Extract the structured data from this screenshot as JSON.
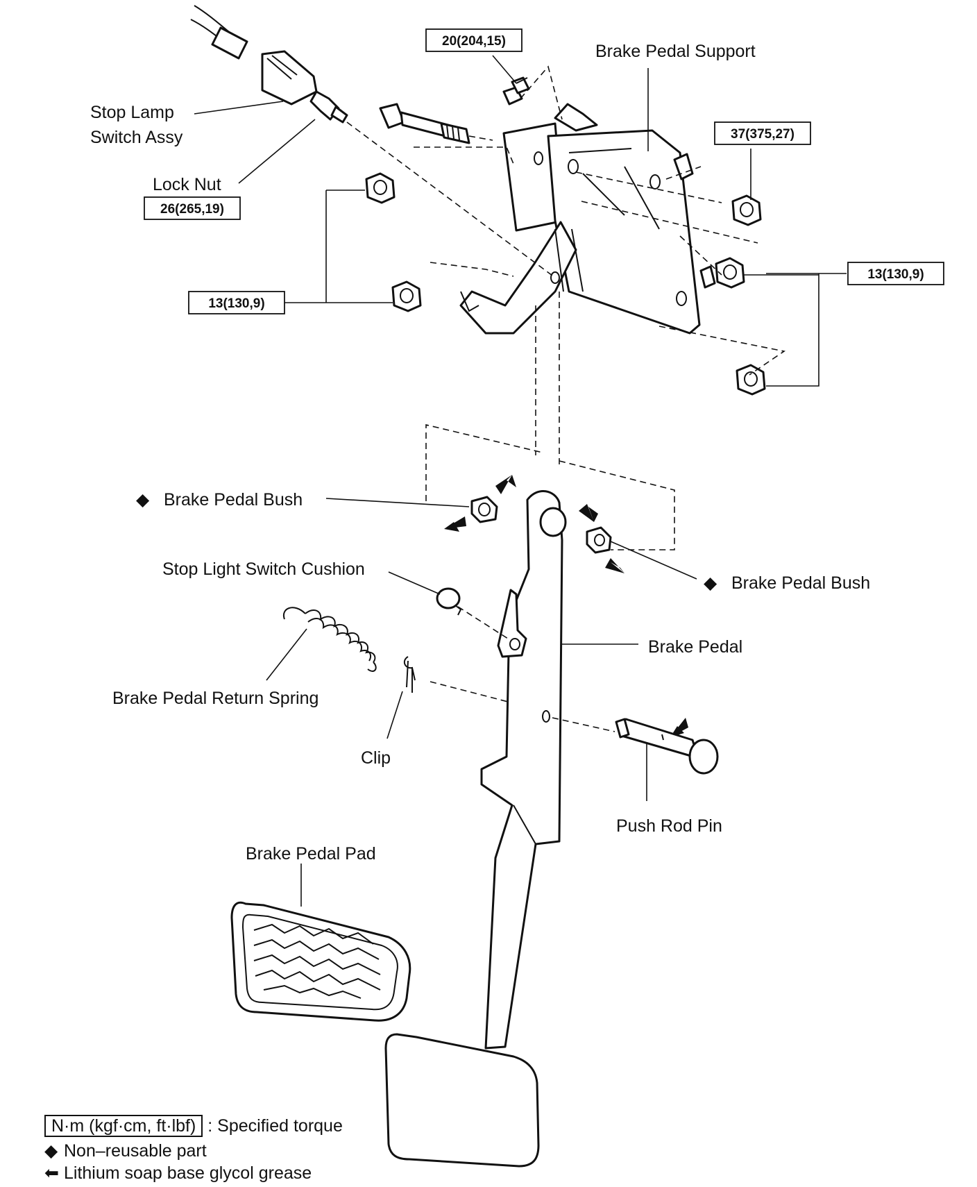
{
  "labels": {
    "stop_lamp_switch_line1": "Stop Lamp",
    "stop_lamp_switch_line2": "Switch Assy",
    "lock_nut": "Lock Nut",
    "brake_pedal_support": "Brake Pedal Support",
    "brake_pedal_bush_left": "Brake Pedal Bush",
    "brake_pedal_bush_right": "Brake Pedal Bush",
    "stop_light_switch_cushion": "Stop Light Switch Cushion",
    "brake_pedal": "Brake Pedal",
    "brake_pedal_return_spring": "Brake Pedal Return Spring",
    "clip": "Clip",
    "push_rod_pin": "Push Rod Pin",
    "brake_pedal_pad": "Brake Pedal Pad"
  },
  "torques": {
    "bolt_top": "20(204,15)",
    "lock_nut": "26(265,19)",
    "nut_right_upper": "37(375,27)",
    "nuts_left": "13(130,9)",
    "nuts_right": "13(130,9)"
  },
  "legend": {
    "unit_box": "N·m (kgf·cm, ft·lbf)",
    "unit_desc": ": Specified torque",
    "nonreusable_symbol": "◆",
    "nonreusable_desc": "Non–reusable part",
    "grease_symbol": "⬅",
    "grease_desc": "Lithium soap base glycol grease"
  },
  "symbols": {
    "diamond": "◆"
  }
}
